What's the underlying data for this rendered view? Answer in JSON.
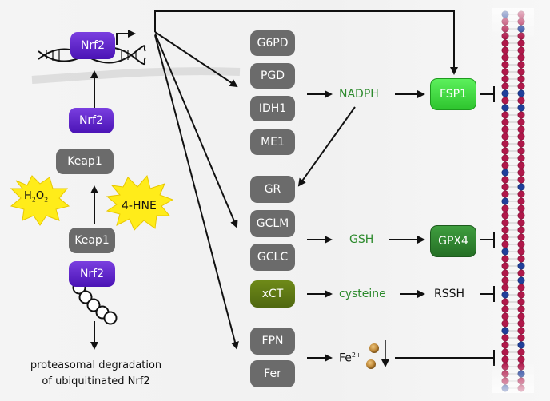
{
  "nrf2_pathway": {
    "nrf2_dna": "Nrf2",
    "nrf2_free": "Nrf2",
    "keap1_top": "Keap1",
    "keap1_bound": "Keap1",
    "nrf2_bound": "Nrf2",
    "h2o2": "H",
    "h2o2_sub1": "2",
    "h2o2_o": "O",
    "h2o2_sub2": "2",
    "hne": "4-HNE",
    "degradation_line1": "proteasomal degradation",
    "degradation_line2": "of ubiquitinated Nrf2"
  },
  "target_genes": {
    "nadph_group": [
      "G6PD",
      "PGD",
      "IDH1",
      "ME1"
    ],
    "gr": "GR",
    "gsh_group": [
      "GCLM",
      "GCLC"
    ],
    "xct": "xCT",
    "iron_group": [
      "FPN",
      "Fer"
    ]
  },
  "products": {
    "nadph": "NADPH",
    "gsh": "GSH",
    "cysteine": "cysteine",
    "rssh": "RSSH",
    "fe": "Fe",
    "fe_charge": "2+"
  },
  "effectors": {
    "fsp1": "FSP1",
    "gpx4": "GPX4"
  },
  "colors": {
    "gene_box": "#6b6b6b",
    "nrf2": "#5a1fc8",
    "fsp1": "#3fd93f",
    "gpx4": "#2f8a2f",
    "xct": "#5f7a12",
    "product_text": "#2c8a2c",
    "burst": "#ffec1a"
  }
}
